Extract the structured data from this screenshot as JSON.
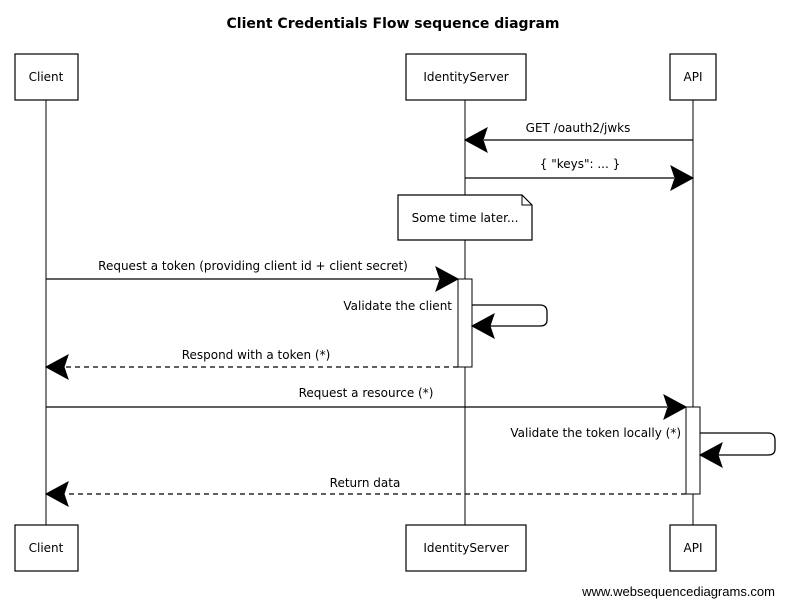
{
  "title": "Client Credentials Flow sequence diagram",
  "participants": {
    "client": "Client",
    "identity": "IdentityServer",
    "api": "API"
  },
  "messages": {
    "m1": "GET /oauth2/jwks",
    "m2": "{ \"keys\": ... }",
    "m3": "Request a token (providing client id + client secret)",
    "m4": "Validate the client",
    "m5": "Respond with a token (*)",
    "m6": "Request a resource (*)",
    "m7": "Validate the token locally (*)",
    "m8": "Return data"
  },
  "note": "Some time later...",
  "footer": "www.websequencediagrams.com"
}
